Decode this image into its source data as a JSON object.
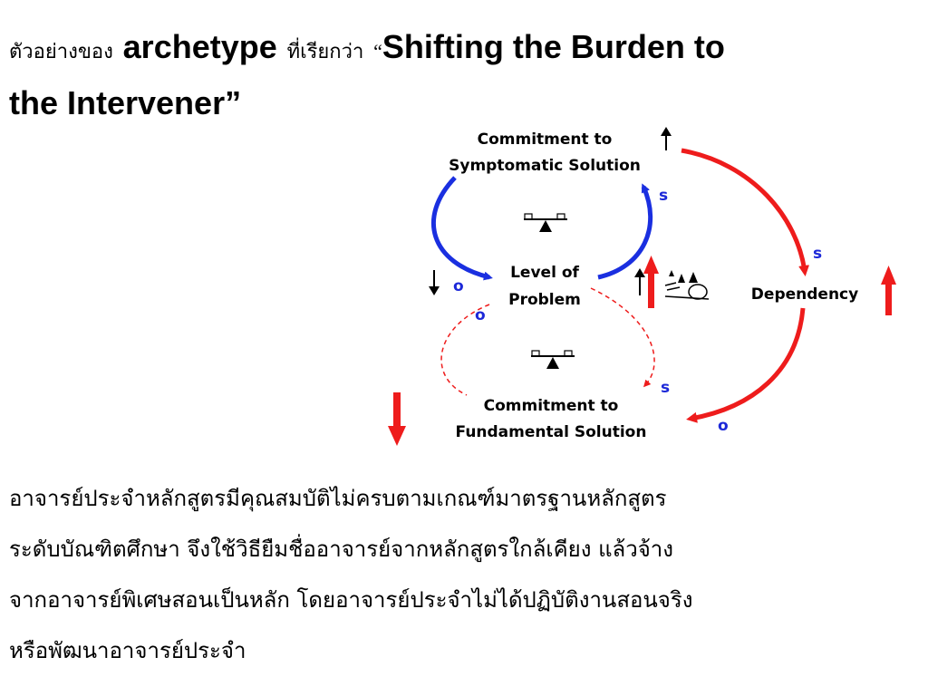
{
  "title": {
    "thai_prefix": "ตัวอย่างของ",
    "archetype_word": "archetype",
    "thai_called": "ที่เรียกว่า",
    "open_quote": "“",
    "name_line1": "Shifting the Burden to",
    "name_line2": "the Intervener”"
  },
  "diagram": {
    "nodes": {
      "symptomatic_line1": "Commitment to",
      "symptomatic_line2": "Symptomatic Solution",
      "problem_line1": "Level of",
      "problem_line2": "Problem",
      "dependency": "Dependency",
      "fundamental_line1": "Commitment to",
      "fundamental_line2": "Fundamental Solution"
    },
    "polarity": {
      "blue_left": "o",
      "blue_right": "s",
      "red_top": "s",
      "red_bottom": "o",
      "dashed_left": "o",
      "dashed_right": "s"
    },
    "colors": {
      "balancing_loop": "#1a2fe0",
      "dependency_link": "#ee1c1c",
      "fundamental_link": "#ee1c1c",
      "trend_up_red": "#ee1c1c",
      "trend_down_red": "#ee1c1c"
    }
  },
  "body": {
    "lines": [
      "อาจารย์ประจำหลักสูตรมีคุณสมบัติไม่ครบตามเกณฑ์มาตรฐานหลักสูตร",
      "ระดับบัณฑิตศึกษา  จึงใช้วิธียืมชื่ออาจารย์จากหลักสูตรใกล้เคียง แล้วจ้าง",
      "จากอาจารย์พิเศษสอนเป็นหลัก โดยอาจารย์ประจำไม่ได้ปฏิบัติงานสอนจริง",
      "หรือพัฒนาอาจารย์ประจำ"
    ]
  }
}
